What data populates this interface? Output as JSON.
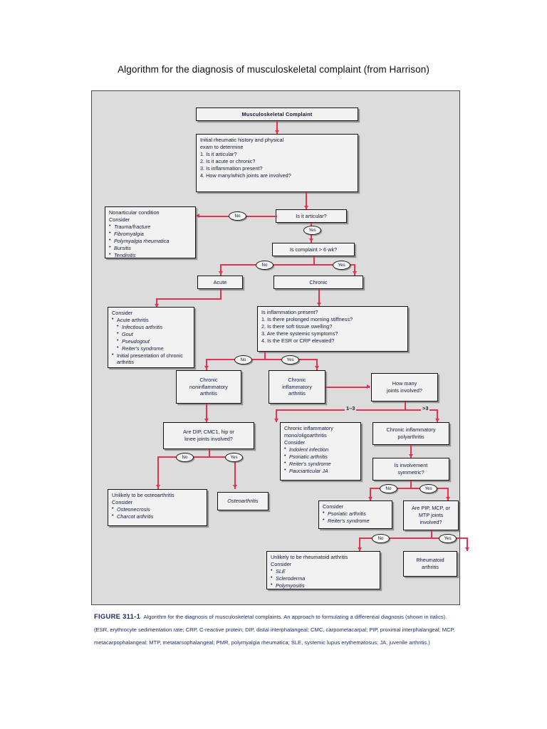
{
  "page": {
    "title": "Algorithm for the diagnosis of musculoskeletal complaint (from Harrison)",
    "accent_color": "#e8304f",
    "canvas_color": "#dcdcdc",
    "node_color": "#f2f2f2",
    "text_color": "#11183a"
  },
  "nodes": {
    "musculoskeletal_complaint": "Musculoskeletal Complaint",
    "initial_eval": "Initial rheumatic history and physical\nexam to determine\n1. Is it articular?\n2. Is it acute or chronic?\n3. Is inflammation present?\n4. How many/which joints are involved?",
    "is_articular": "Is it articular?",
    "nonarticular_title": "Nonarticular condition",
    "nonarticular_consider": "Consider",
    "nonarticular_items": [
      "Trauma/fracture",
      "Fibromyalgia",
      "Polymyalgia rheumatica",
      "Bursitis",
      "Tendinitis"
    ],
    "is_complaint_6wk": "Is complaint > 6 wk?",
    "acute": "Acute",
    "chronic": "Chronic",
    "acute_consider": "Consider",
    "acute_items": [
      "Acute arthritis",
      "Infectious arthritis",
      "Gout",
      "Pseudogout",
      "Reiter's syndrome",
      "Initial presentation of chronic arthritis"
    ],
    "inflammation_q": "Is inflammation present?\n1. Is there prolonged morning stiffness?\n2. Is there soft tissue swelling?\n3. Are there systemic symptoms?\n4. Is the ESR or CRP elevated?",
    "chronic_noninflammatory": "Chronic\nnoninflammatory\narthritis",
    "chronic_inflammatory": "Chronic\ninflammatory\narthritis",
    "how_many_joints": "How many\njoints involved?",
    "are_dip_cmc1": "Are DIP, CMC1, hip or\nknee joints involved?",
    "mono_oligo_title": "Chronic inflammatory\nmono/oligoarthritis",
    "mono_oligo_consider": "Consider",
    "mono_oligo_items": [
      "Indolent infection",
      "Psoriatic arthritis",
      "Reiter's syndrome",
      "Pauciarticular JA"
    ],
    "polyarthritis": "Chronic inflammatory\npolyarthritis",
    "is_symmetric": "Is involvement\nsymmetric?",
    "unlikely_oa_title": "Unlikely to be osteoarthritis",
    "unlikely_oa_consider": "Consider",
    "unlikely_oa_items": [
      "Osteonecrosis",
      "Charcot arthritis"
    ],
    "osteoarthritis": "Osteoarthritis",
    "consider_psoriatic_title": "Consider",
    "consider_psoriatic_items": [
      "Psoriatic arthritis",
      "Reiter's syndrome"
    ],
    "are_pip_mcp_mtp": "Are PIP, MCP, or\nMTP joints\ninvolved?",
    "unlikely_ra_title": "Unlikely to be rheumatoid arthritis",
    "unlikely_ra_consider": "Consider",
    "unlikely_ra_items": [
      "SLE",
      "Scleroderma",
      "Polymyositis"
    ],
    "rheumatoid_arthritis": "Rheumatoid\narthritis"
  },
  "branches": {
    "no": "No",
    "yes": "Yes",
    "one_to_three": "1–3",
    "more_than_three": ">3"
  },
  "caption": {
    "figure_number": "FIGURE 311-1",
    "text": "Algorithm for the diagnosis of musculoskeletal complaints. An approach to formulating a differential diagnosis (shown in italics). (ESR, erythrocyte sedimentation rate; CRP, C-reactive protein; DIP, distal interphalangeal; CMC, carpometacarpal; PIP, proximal interphalangeal; MCP, metacarpophalangeal; MTP, metatarsophalangeal; PMR, polymyalgia rheumatica; SLE, systemic lupus erythematosus; JA, juvenile arthritis.)"
  }
}
